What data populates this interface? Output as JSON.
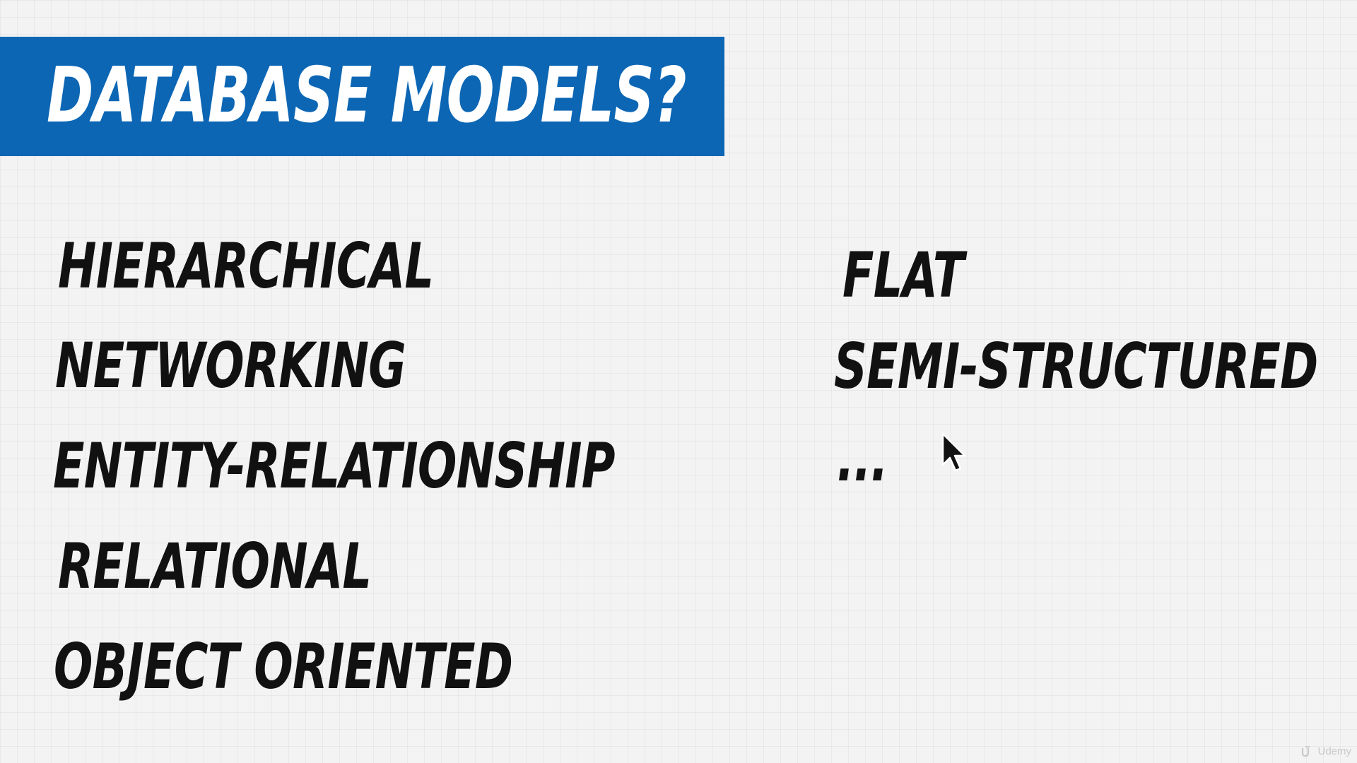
{
  "slide": {
    "title": "DATABASE MODELS?",
    "left_models": [
      "HIERARCHICAL",
      "NETWORKING",
      "ENTITY-RELATIONSHIP",
      "RELATIONAL",
      "OBJECT ORIENTED"
    ],
    "right_models": [
      "FLAT",
      "SEMI-STRUCTURED",
      "..."
    ]
  },
  "colors": {
    "banner": "#0c66b4",
    "background": "#f3f3f3",
    "text": "#111111"
  },
  "icons": {
    "cursor": "mouse-pointer-icon",
    "watermark": "udemy-logo-icon"
  },
  "watermark": {
    "text": "Udemy"
  }
}
